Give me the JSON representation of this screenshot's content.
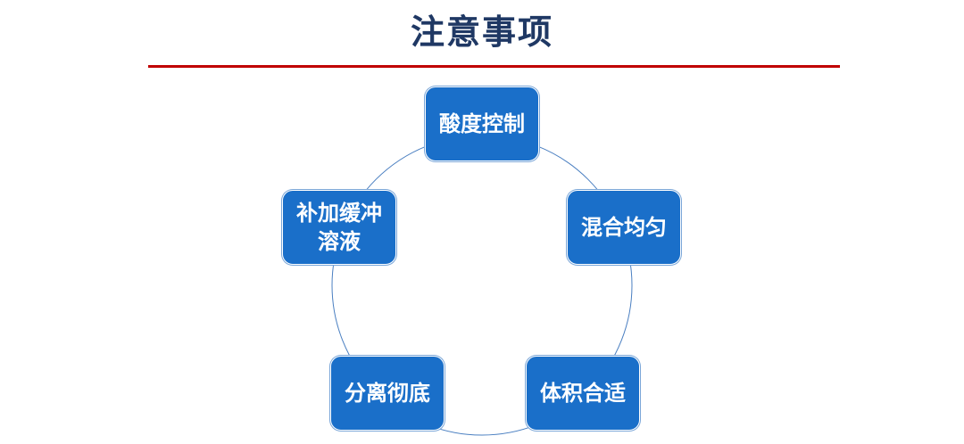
{
  "title": "注意事项",
  "colors": {
    "title": "#1f3864",
    "rule": "#c00000",
    "node_fill": "#1a6fc9",
    "ring": "#4a7fc1"
  },
  "cycle": {
    "nodes": [
      {
        "label": "酸度控制"
      },
      {
        "label": "混合均匀"
      },
      {
        "label": "体积合适"
      },
      {
        "label": "分离彻底"
      },
      {
        "label": "补加缓冲溶液"
      }
    ]
  }
}
